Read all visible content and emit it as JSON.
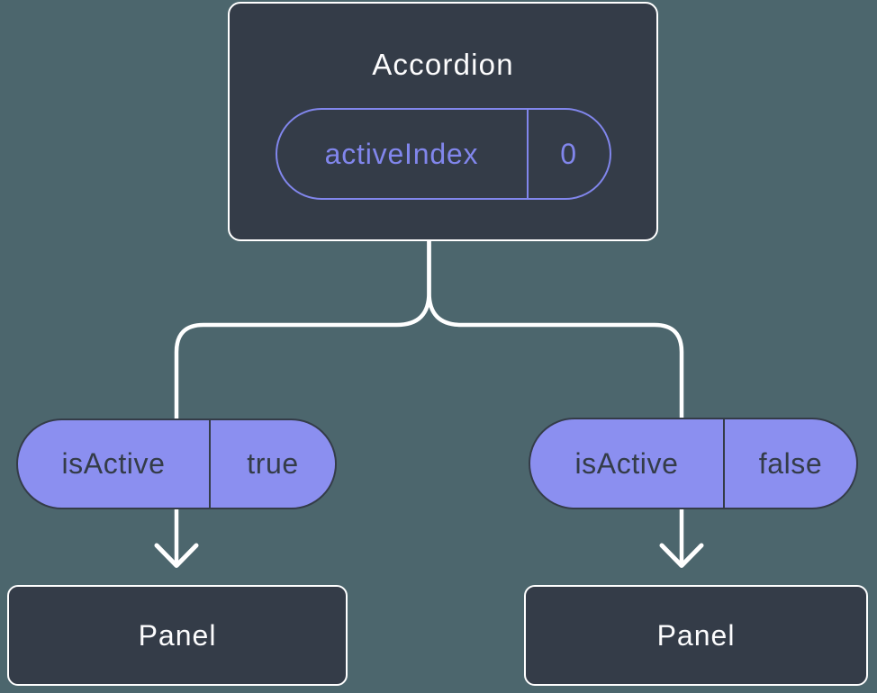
{
  "diagram": {
    "type": "component-tree",
    "root": {
      "title": "Accordion",
      "state": {
        "name": "activeIndex",
        "value": "0"
      }
    },
    "children": [
      {
        "prop": {
          "name": "isActive",
          "value": "true"
        },
        "title": "Panel"
      },
      {
        "prop": {
          "name": "isActive",
          "value": "false"
        },
        "title": "Panel"
      }
    ]
  },
  "colors": {
    "background": "#4C666D",
    "node_fill": "#343C48",
    "node_border": "#FFFFFF",
    "node_text": "#FCFCFD",
    "state_accent": "#8186EC",
    "prop_pill_fill": "#8B8FF0",
    "prop_pill_text": "#343C48",
    "connector": "#FFFFFF"
  }
}
